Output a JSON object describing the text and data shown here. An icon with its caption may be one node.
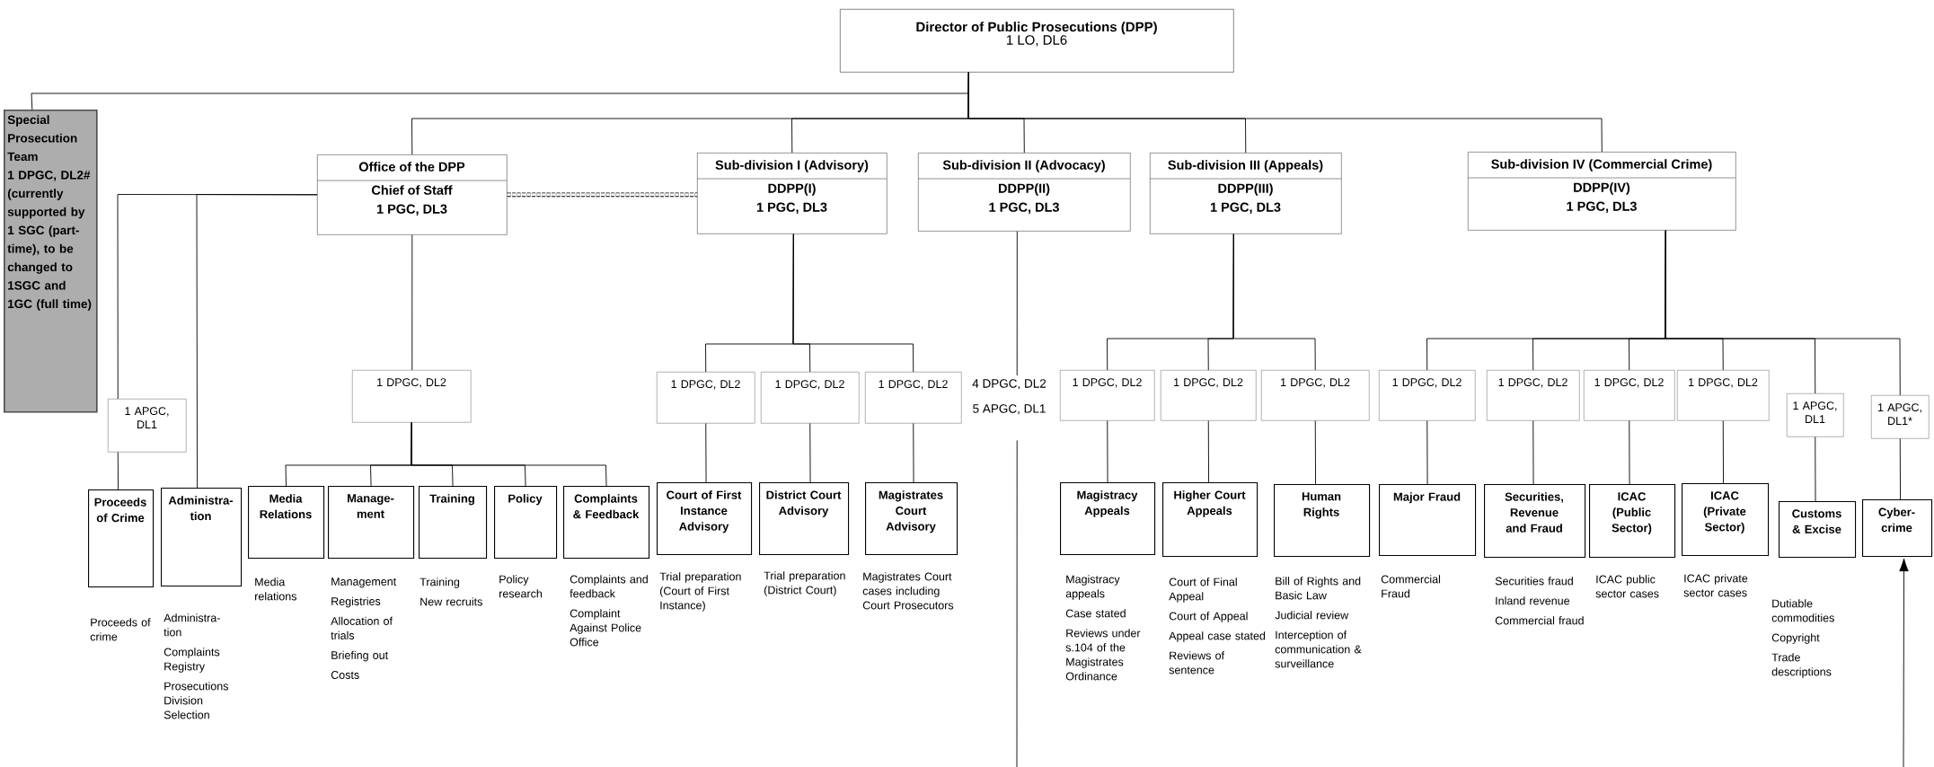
{
  "diagram": {
    "nodes": [
      {
        "text": [
          "Director of Public Prosecutions (DPP)",
          "1 LO, DL6"
        ]
      },
      {
        "text": [
          "Special Prosecution Team",
          "1 DPGC, DL2# (currently supported by 1 SGC (part-time), to be changed to 1SGC and 1GC (full time)"
        ]
      },
      {
        "text": [
          "Office of the DPP",
          "Chief of Staff",
          "1 PGC, DL3"
        ]
      },
      {
        "text": [
          "Sub-division I (Advisory)",
          "DDPP(I)",
          "1 PGC, DL3"
        ]
      },
      {
        "text": [
          "Sub-division II (Advocacy)",
          "DDPP(II)",
          "1 PGC, DL3"
        ]
      },
      {
        "text": [
          "Sub-division III (Appeals)",
          "DDPP(III)",
          "1 PGC, DL3"
        ]
      },
      {
        "text": [
          "Sub-division IV (Commercial Crime)",
          "DDPP(IV)",
          "1 PGC, DL3"
        ]
      },
      {
        "text": [
          "1 APGC, DL1"
        ]
      },
      {
        "text": [
          "1 DPGC, DL2"
        ]
      },
      {
        "text": [
          "1 DPGC, DL2"
        ]
      },
      {
        "text": [
          "1 DPGC, DL2"
        ]
      },
      {
        "text": [
          "1 DPGC, DL2"
        ]
      },
      {
        "text": [
          "4 DPGC, DL2",
          "5 APGC, DL1"
        ]
      },
      {
        "text": [
          "1 DPGC, DL2"
        ]
      },
      {
        "text": [
          "1 DPGC, DL2"
        ]
      },
      {
        "text": [
          "1 DPGC, DL2"
        ]
      },
      {
        "text": [
          "1 DPGC, DL2"
        ]
      },
      {
        "text": [
          "1 DPGC, DL2"
        ]
      },
      {
        "text": [
          "1 DPGC, DL2"
        ]
      },
      {
        "text": [
          "1 DPGC, DL2"
        ]
      },
      {
        "text": [
          "1 APGC, DL1"
        ]
      },
      {
        "text": [
          "1 APGC, DL1*"
        ]
      },
      {
        "text": [
          "Proceeds of Crime"
        ],
        "beside": [
          "Proceeds of crime"
        ]
      },
      {
        "text": [
          "Administra-tion"
        ],
        "beside": [
          "Administra-tion",
          "Complaints Registry",
          "Prosecutions Division Selection"
        ]
      },
      {
        "text": [
          "Media Relations"
        ],
        "beside": [
          "Media relations"
        ]
      },
      {
        "text": [
          "Manage-ment"
        ],
        "beside": [
          "Management",
          "Registries",
          "Allocation of trials",
          "Briefing out",
          "Costs"
        ]
      },
      {
        "text": [
          "Training"
        ],
        "beside": [
          "Training",
          "New recruits"
        ]
      },
      {
        "text": [
          "Policy"
        ],
        "beside": [
          "Policy research"
        ]
      },
      {
        "text": [
          "Complaints & Feedback"
        ],
        "beside": [
          "Complaints and feedback",
          "Complaint Against Police Office"
        ]
      },
      {
        "text": [
          "Court of First Instance Advisory"
        ],
        "beside": [
          "Trial preparation (Court of First Instance)"
        ]
      },
      {
        "text": [
          "District Court Advisory"
        ],
        "beside": [
          "Trial preparation (District Court)"
        ]
      },
      {
        "text": [
          "Magistrates Court Advisory"
        ],
        "beside": [
          "Magistrates Court cases including Court Prosecutors"
        ]
      },
      {
        "text": [
          "Magistracy Appeals"
        ],
        "beside": [
          "Magistracy appeals",
          "Case stated",
          "Reviews under s.104 of the Magistrates Ordinance"
        ]
      },
      {
        "text": [
          "Higher Court Appeals"
        ],
        "beside": [
          "Court of Final Appeal",
          "Court of Appeal",
          "Appeal case stated",
          "Reviews of sentence"
        ]
      },
      {
        "text": [
          "Human Rights"
        ],
        "beside": [
          "Bill of Rights and Basic Law",
          "Judicial review",
          "Interception of communication & surveillance"
        ]
      },
      {
        "text": [
          "Major Fraud"
        ],
        "beside": [
          "Commercial Fraud"
        ]
      },
      {
        "text": [
          "Securities, Revenue and Fraud"
        ],
        "beside": [
          "Securities fraud",
          "Inland revenue",
          "Commercial fraud"
        ]
      },
      {
        "text": [
          "ICAC (Public Sector)"
        ],
        "beside": [
          "ICAC public sector cases"
        ]
      },
      {
        "text": [
          "ICAC (Private Sector)"
        ],
        "beside": [
          "ICAC private sector cases"
        ]
      },
      {
        "text": [
          "Customs & Excise"
        ],
        "beside": [
          "Dutiable commodities",
          "Copyright",
          "Trade descriptions"
        ]
      },
      {
        "text": [
          "Cyber-crime"
        ]
      }
    ],
    "edges": [
      {
        "from": 0,
        "to": 1,
        "arrow": "none"
      },
      {
        "from": 0,
        "to": 2,
        "arrow": "none"
      },
      {
        "from": 0,
        "to": 3,
        "arrow": "none"
      },
      {
        "from": 0,
        "to": 4,
        "arrow": "none"
      },
      {
        "from": 0,
        "to": 5,
        "arrow": "none"
      },
      {
        "from": 0,
        "to": 6,
        "arrow": "none"
      },
      {
        "from": 2,
        "to": 3,
        "arrow": "none",
        "style": "dashed"
      },
      {
        "from": 2,
        "to": 7,
        "arrow": "none"
      },
      {
        "from": 2,
        "to": 23,
        "arrow": "none"
      },
      {
        "from": 7,
        "to": 22,
        "arrow": "none"
      },
      {
        "from": 2,
        "to": 8,
        "arrow": "none"
      },
      {
        "from": 8,
        "to": 24,
        "arrow": "none"
      },
      {
        "from": 8,
        "to": 25,
        "arrow": "none"
      },
      {
        "from": 8,
        "to": 26,
        "arrow": "none"
      },
      {
        "from": 8,
        "to": 27,
        "arrow": "none"
      },
      {
        "from": 8,
        "to": 28,
        "arrow": "none"
      },
      {
        "from": 3,
        "to": 9,
        "arrow": "none"
      },
      {
        "from": 3,
        "to": 10,
        "arrow": "none"
      },
      {
        "from": 3,
        "to": 11,
        "arrow": "none"
      },
      {
        "from": 9,
        "to": 29,
        "arrow": "none"
      },
      {
        "from": 10,
        "to": 30,
        "arrow": "none"
      },
      {
        "from": 11,
        "to": 31,
        "arrow": "none"
      },
      {
        "from": 4,
        "to": 12,
        "arrow": "none"
      },
      {
        "from": 12,
        "to": null,
        "arrow": "none"
      },
      {
        "from": 5,
        "to": 13,
        "arrow": "none"
      },
      {
        "from": 5,
        "to": 14,
        "arrow": "none"
      },
      {
        "from": 5,
        "to": 15,
        "arrow": "none"
      },
      {
        "from": 13,
        "to": 32,
        "arrow": "none"
      },
      {
        "from": 14,
        "to": 33,
        "arrow": "none"
      },
      {
        "from": 15,
        "to": 34,
        "arrow": "none"
      },
      {
        "from": 6,
        "to": 16,
        "arrow": "none"
      },
      {
        "from": 6,
        "to": 17,
        "arrow": "none"
      },
      {
        "from": 6,
        "to": 18,
        "arrow": "none"
      },
      {
        "from": 6,
        "to": 19,
        "arrow": "none"
      },
      {
        "from": 6,
        "to": 20,
        "arrow": "none"
      },
      {
        "from": 6,
        "to": 21,
        "arrow": "none"
      },
      {
        "from": 16,
        "to": 35,
        "arrow": "none"
      },
      {
        "from": 17,
        "to": 36,
        "arrow": "none"
      },
      {
        "from": 18,
        "to": 37,
        "arrow": "none"
      },
      {
        "from": 19,
        "to": 38,
        "arrow": "none"
      },
      {
        "from": 20,
        "to": 39,
        "arrow": "none"
      },
      {
        "from": 21,
        "to": 40,
        "arrow": "none"
      },
      {
        "from": null,
        "to": 40,
        "arrow": "to"
      }
    ]
  }
}
